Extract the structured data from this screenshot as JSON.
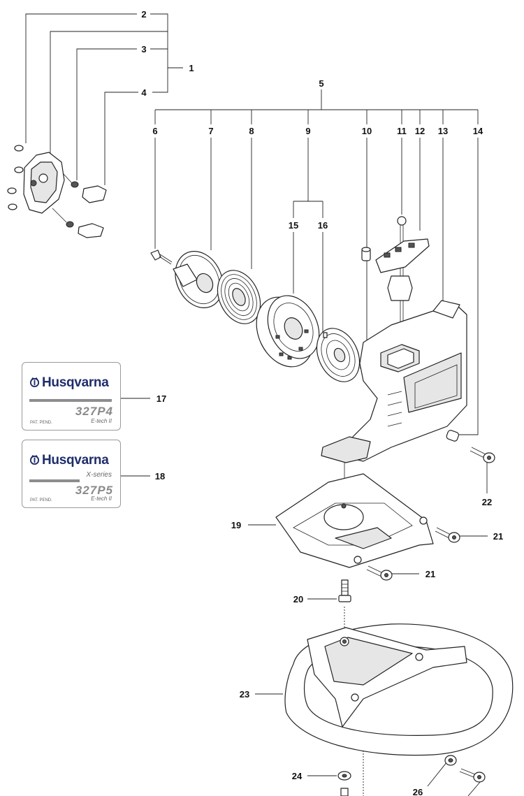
{
  "callouts": {
    "n1": "1",
    "n2": "2",
    "n3": "3",
    "n4": "4",
    "n5": "5",
    "n6": "6",
    "n7": "7",
    "n8": "8",
    "n9": "9",
    "n10": "10",
    "n11": "11",
    "n12": "12",
    "n13": "13",
    "n14": "14",
    "n15": "15",
    "n16": "16",
    "n17": "17",
    "n18": "18",
    "n19": "19",
    "n20": "20",
    "n21a": "21",
    "n21b": "21",
    "n22": "22",
    "n23": "23",
    "n24": "24",
    "n26": "26"
  },
  "decal_17": {
    "brand": "Husqvarna",
    "model": "327P4",
    "patent": "PAT. PEND.",
    "tech": "E-tech II"
  },
  "decal_18": {
    "brand": "Husqvarna",
    "series": "X-series",
    "model": "327P5",
    "patent": "PAT. PEND.",
    "tech": "E-tech II"
  },
  "colors": {
    "brand": "#1f2d6b",
    "line": "#222222",
    "decal_grey": "#8d8d8d"
  },
  "icons": {
    "logo": "husqvarna-crown-logo-icon"
  }
}
